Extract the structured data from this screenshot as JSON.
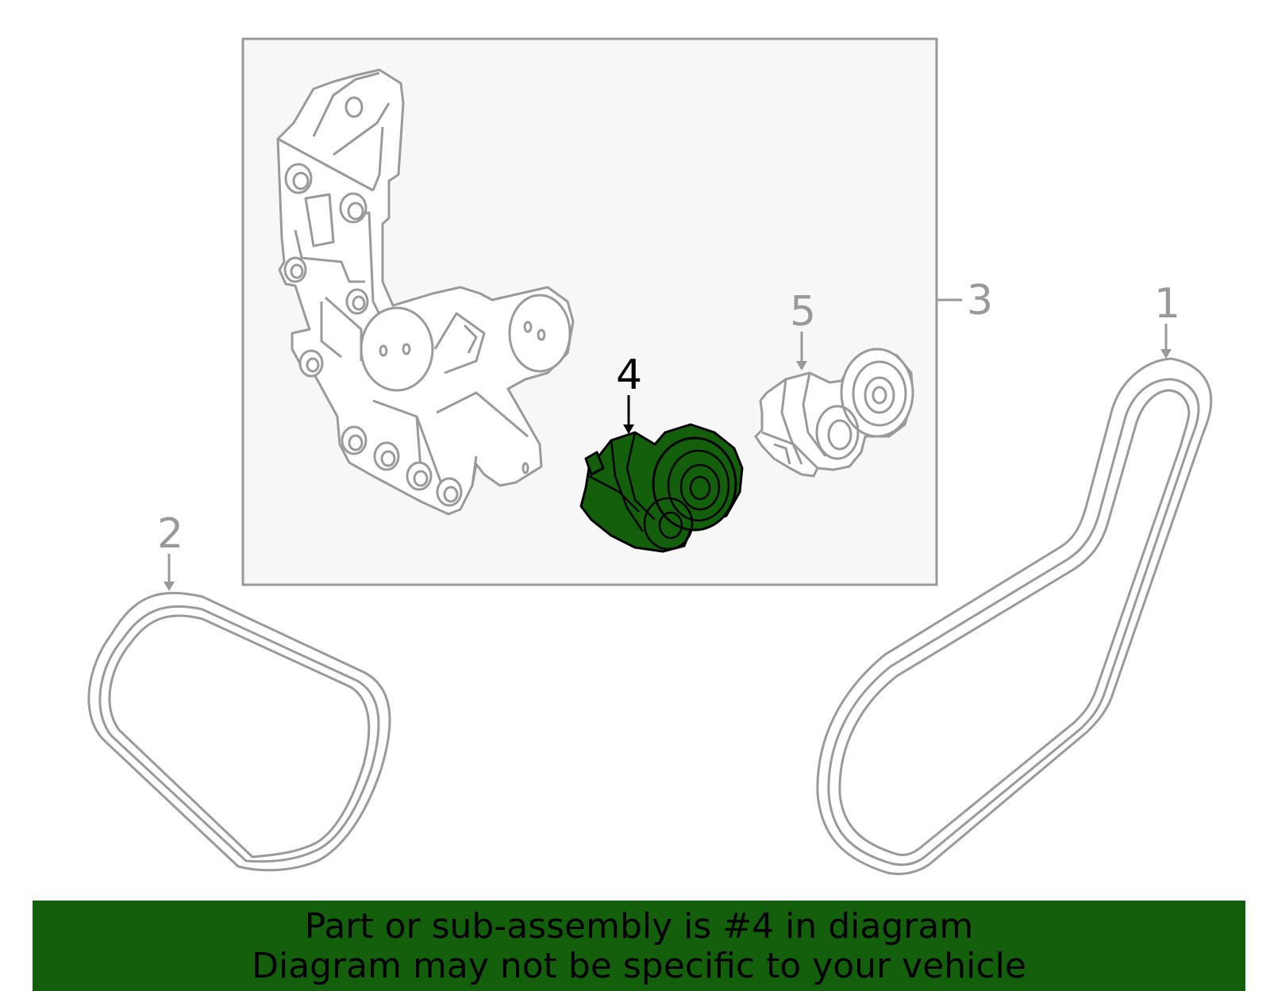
{
  "callouts": {
    "c1": "1",
    "c2": "2",
    "c3": "3",
    "c4": "4",
    "c5": "5"
  },
  "banner": {
    "line1": "Part or sub-assembly is #4 in diagram",
    "line2": "Diagram may not be specific to your vehicle"
  },
  "colors": {
    "highlight": "#145f0c",
    "outline": "#999999",
    "inset_bg": "#f7f7f7"
  }
}
